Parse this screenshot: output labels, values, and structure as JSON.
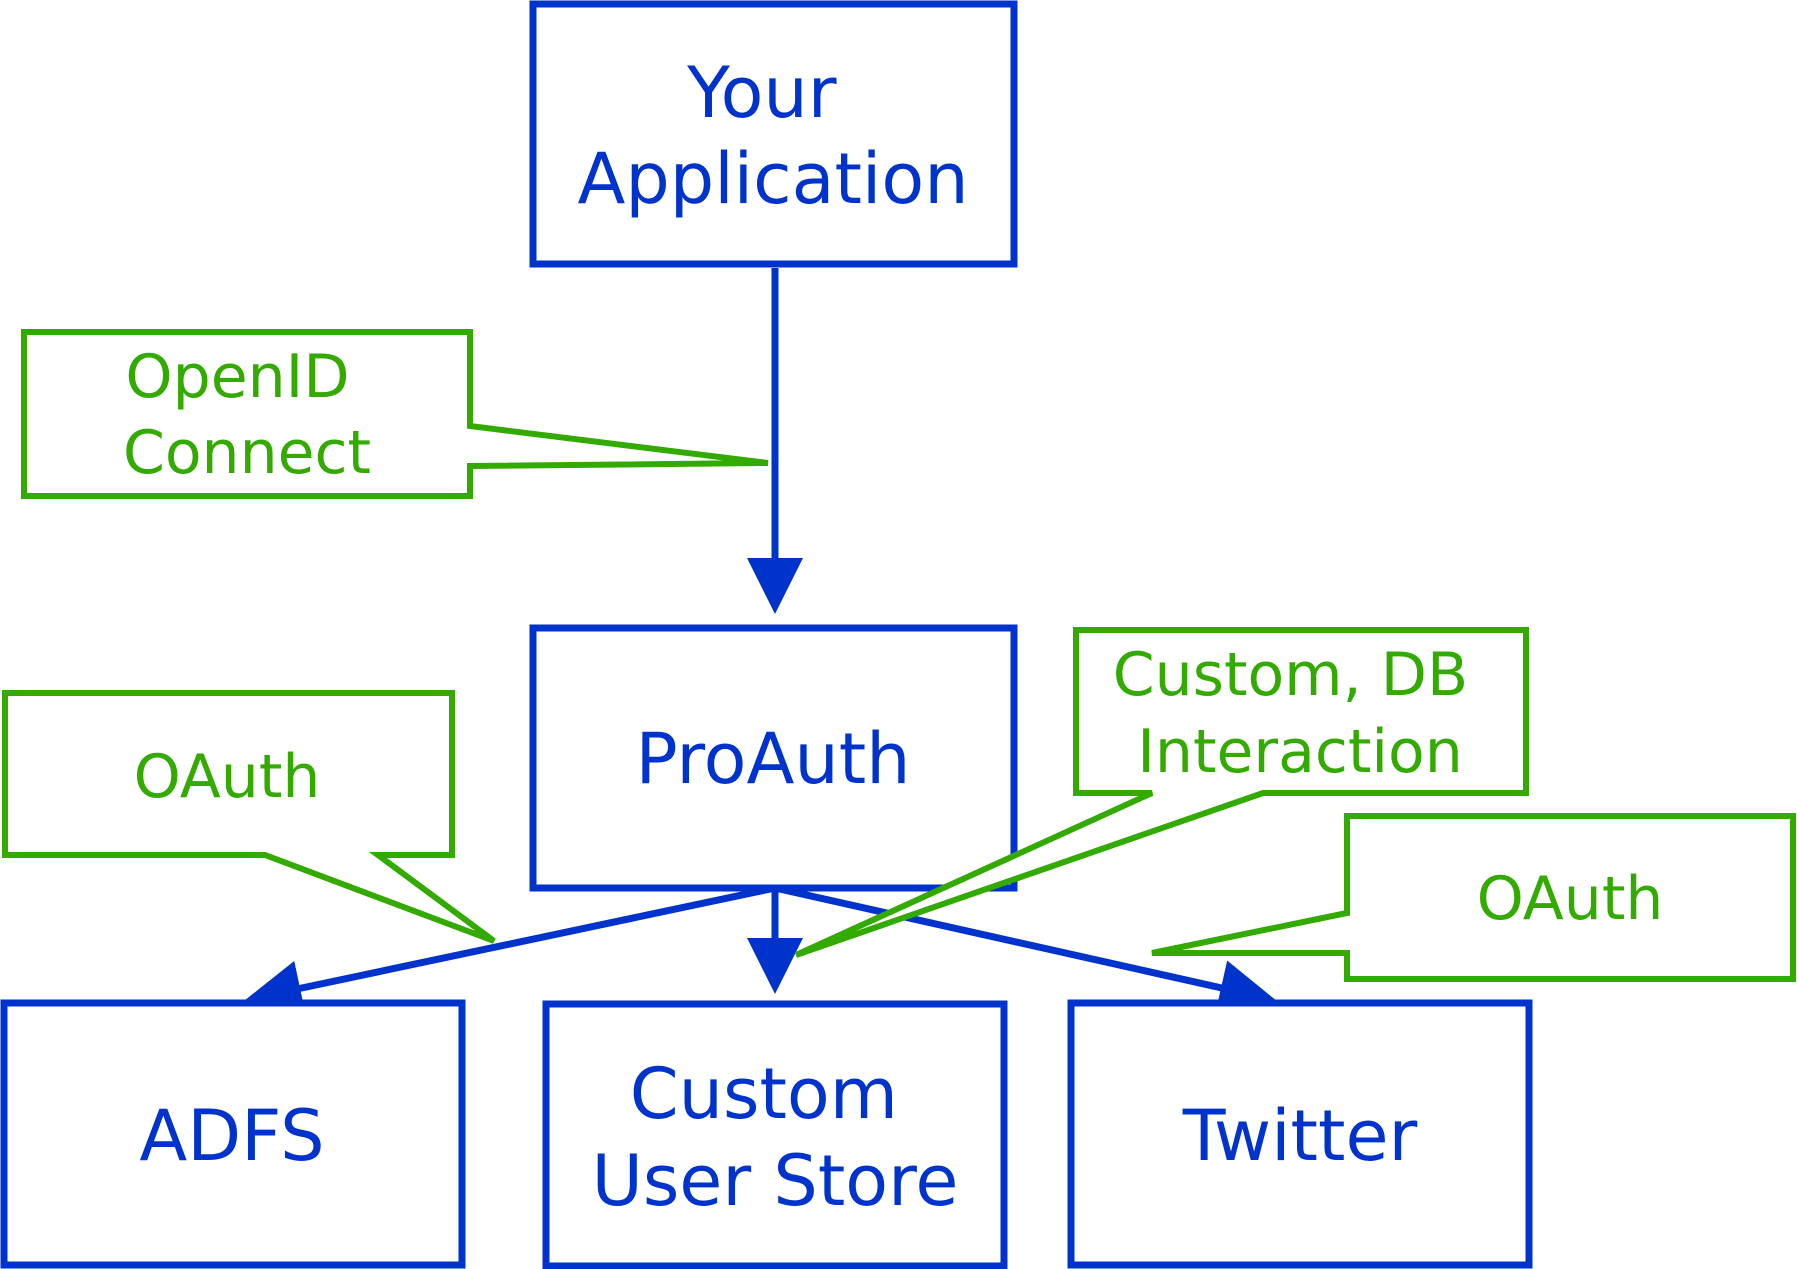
{
  "colors": {
    "node": "#0033cc",
    "callout": "#33aa00",
    "background": "#ffffff"
  },
  "nodes": {
    "your_application": {
      "lines": [
        "Your",
        "Application"
      ]
    },
    "proauth": {
      "lines": [
        "ProAuth"
      ]
    },
    "adfs": {
      "lines": [
        "ADFS"
      ]
    },
    "custom_user_store": {
      "lines": [
        "Custom",
        "User Store"
      ]
    },
    "twitter": {
      "lines": [
        "Twitter"
      ]
    }
  },
  "callouts": {
    "openid_connect": {
      "lines": [
        "OpenID",
        "Connect"
      ]
    },
    "oauth_adfs": {
      "lines": [
        "OAuth"
      ]
    },
    "custom_db": {
      "lines": [
        "Custom, DB",
        "Interaction"
      ]
    },
    "oauth_twitter": {
      "lines": [
        "OAuth"
      ]
    }
  }
}
